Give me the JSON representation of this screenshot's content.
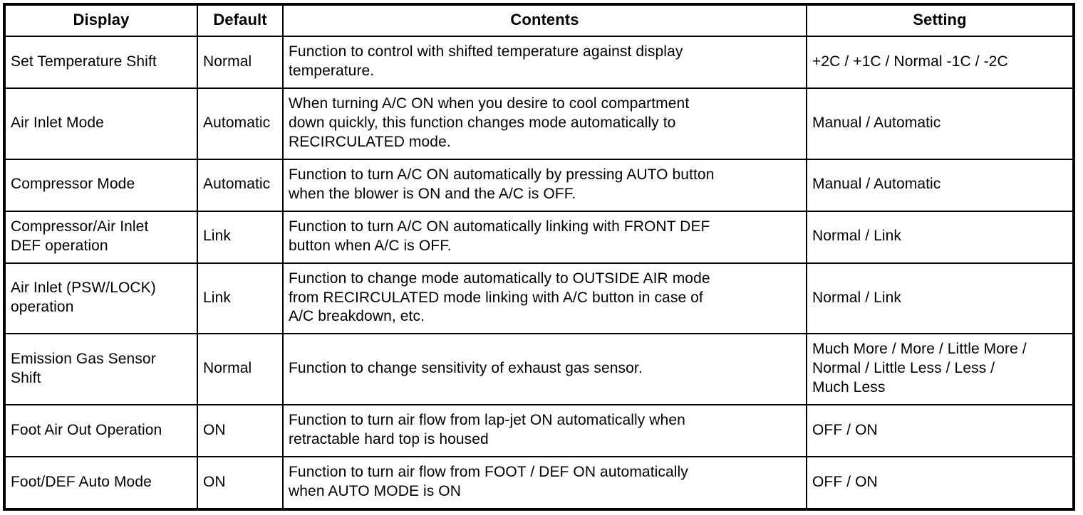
{
  "table": {
    "headers": {
      "display": "Display",
      "default": "Default",
      "contents": "Contents",
      "setting": "Setting"
    },
    "rows": [
      {
        "display": "Set Temperature Shift",
        "default": "Normal",
        "contents": "Function to control with shifted temperature against display\ntemperature.",
        "setting": "+2C / +1C / Normal -1C / -2C"
      },
      {
        "display": "Air Inlet Mode",
        "default": "Automatic",
        "contents": "When turning A/C ON when you desire to cool compartment\ndown quickly, this function changes mode automatically to\nRECIRCULATED mode.",
        "setting": "Manual / Automatic"
      },
      {
        "display": "Compressor Mode",
        "default": "Automatic",
        "contents": "Function to turn A/C ON automatically by pressing AUTO button\nwhen the blower is ON and the A/C is OFF.",
        "setting": "Manual / Automatic"
      },
      {
        "display": "Compressor/Air Inlet\nDEF operation",
        "default": "Link",
        "contents": "Function to turn A/C ON automatically linking with FRONT DEF\nbutton when A/C is OFF.",
        "setting": "Normal / Link"
      },
      {
        "display": "Air Inlet (PSW/LOCK)\noperation",
        "default": "Link",
        "contents": "Function to change mode automatically to OUTSIDE AIR mode\nfrom RECIRCULATED mode linking with A/C button in case of\nA/C breakdown, etc.",
        "setting": "Normal / Link"
      },
      {
        "display": "Emission Gas Sensor\nShift",
        "default": "Normal",
        "contents": "Function to change sensitivity of exhaust gas sensor.",
        "setting": "Much More / More / Little More /\nNormal / Little Less / Less /\nMuch Less"
      },
      {
        "display": "Foot Air Out Operation",
        "default": "ON",
        "contents": "Function to turn air flow from lap-jet ON automatically when\nretractable hard top is housed",
        "setting": "OFF / ON"
      },
      {
        "display": "Foot/DEF Auto Mode",
        "default": "ON",
        "contents": "Function to turn air flow from FOOT / DEF ON automatically\nwhen AUTO MODE is ON",
        "setting": "OFF / ON"
      }
    ]
  }
}
